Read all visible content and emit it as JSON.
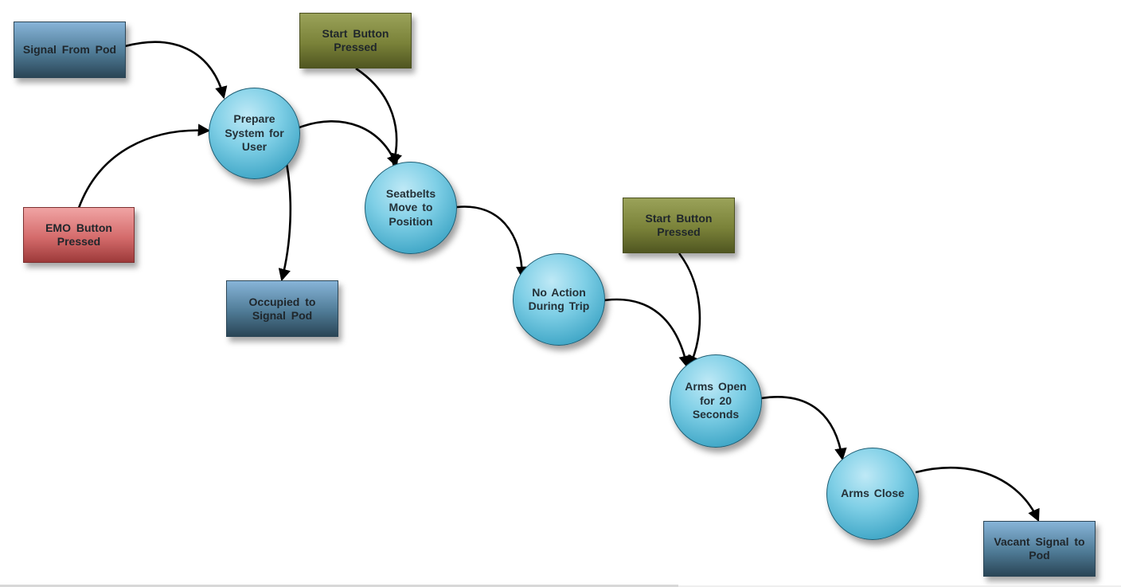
{
  "diagram": {
    "boxes": {
      "signal_from_pod": {
        "label": "Signal From Pod",
        "color": "#4f7b96"
      },
      "start_button_1": {
        "label": "Start Button Pressed",
        "color": "#7a8239"
      },
      "emo_button": {
        "label": "EMO Button Pressed",
        "color": "#d46b6b"
      },
      "occupied_signal": {
        "label": "Occupied to Signal Pod",
        "color": "#4f7b96"
      },
      "start_button_2": {
        "label": "Start Button Pressed",
        "color": "#7a8239"
      },
      "vacant_signal": {
        "label": "Vacant Signal to Pod",
        "color": "#4f7b96"
      }
    },
    "processes": {
      "prepare": {
        "label": "Prepare System for User"
      },
      "seatbelts": {
        "label": "Seatbelts Move to Position"
      },
      "no_action": {
        "label": "No Action During Trip"
      },
      "arms_open": {
        "label": "Arms Open for 20 Seconds"
      },
      "arms_close": {
        "label": "Arms Close"
      }
    },
    "edges": [
      {
        "from": "Signal From Pod",
        "to": "Prepare System for User"
      },
      {
        "from": "EMO Button Pressed",
        "to": "Prepare System for User"
      },
      {
        "from": "Prepare System for User",
        "to": "Seatbelts Move to Position"
      },
      {
        "from": "Start Button Pressed",
        "to": "Seatbelts Move to Position"
      },
      {
        "from": "Prepare System for User",
        "to": "Occupied to Signal Pod"
      },
      {
        "from": "Seatbelts Move to Position",
        "to": "No Action During Trip"
      },
      {
        "from": "No Action During Trip",
        "to": "Arms Open for 20 Seconds"
      },
      {
        "from": "Start Button Pressed",
        "to": "Arms Open for 20 Seconds"
      },
      {
        "from": "Arms Open for 20 Seconds",
        "to": "Arms Close"
      },
      {
        "from": "Arms Close",
        "to": "Vacant Signal to Pod"
      }
    ]
  }
}
